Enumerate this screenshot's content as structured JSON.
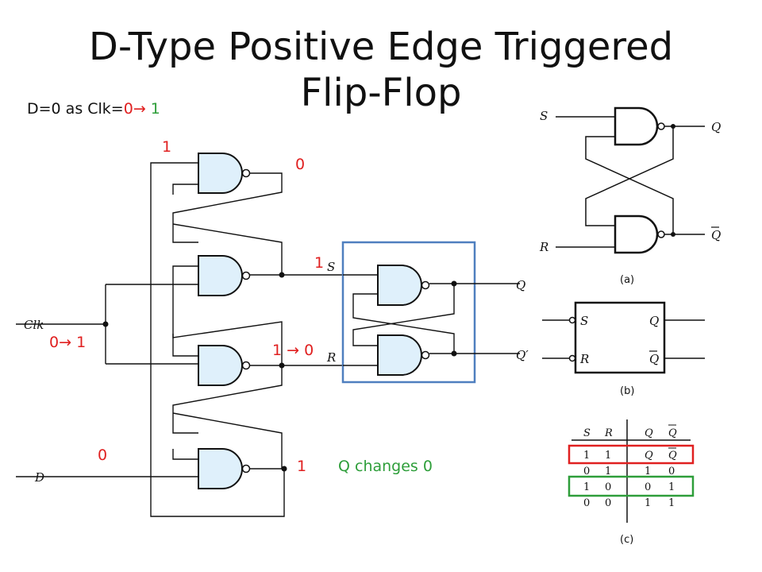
{
  "title": {
    "line1": "D-Type Positive Edge Triggered",
    "line2": "Flip-Flop"
  },
  "condition": {
    "prefix": "D=0 as Clk=",
    "from": "0",
    "arrow": "→",
    "to": "1"
  },
  "annotations": {
    "g1_input": "1",
    "g1_output": "0",
    "g2_output": "1",
    "clk_from": "0",
    "clk_arrow": "→",
    "clk_to": "1",
    "g3_output": "1 → 0",
    "d_input": "0",
    "g4_output": "1",
    "q_change": "Q changes 0"
  },
  "signals": {
    "clk": "Clk",
    "d": "D",
    "s": "S",
    "r": "R",
    "q": "Q",
    "q_prime": "Q′"
  },
  "latch_figure": {
    "s": "S",
    "r": "R",
    "q": "Q",
    "q_bar": "Q",
    "caption_a": "(a)",
    "caption_b": "(b)",
    "caption_c": "(c)",
    "block_s": "S",
    "block_r": "R",
    "block_q": "Q",
    "block_qbar": "Q"
  },
  "truth_table": {
    "headers": [
      "S",
      "R",
      "Q",
      "Q"
    ],
    "rows": [
      [
        "1",
        "1",
        "Q",
        "Q"
      ],
      [
        "0",
        "1",
        "1",
        "0"
      ],
      [
        "1",
        "0",
        "0",
        "1"
      ],
      [
        "0",
        "0",
        "1",
        "1"
      ]
    ]
  },
  "colors": {
    "red": "#e02020",
    "green": "#2e9e3a",
    "gate_fill": "#dff0fb",
    "box_blue": "#4f7fbf"
  }
}
